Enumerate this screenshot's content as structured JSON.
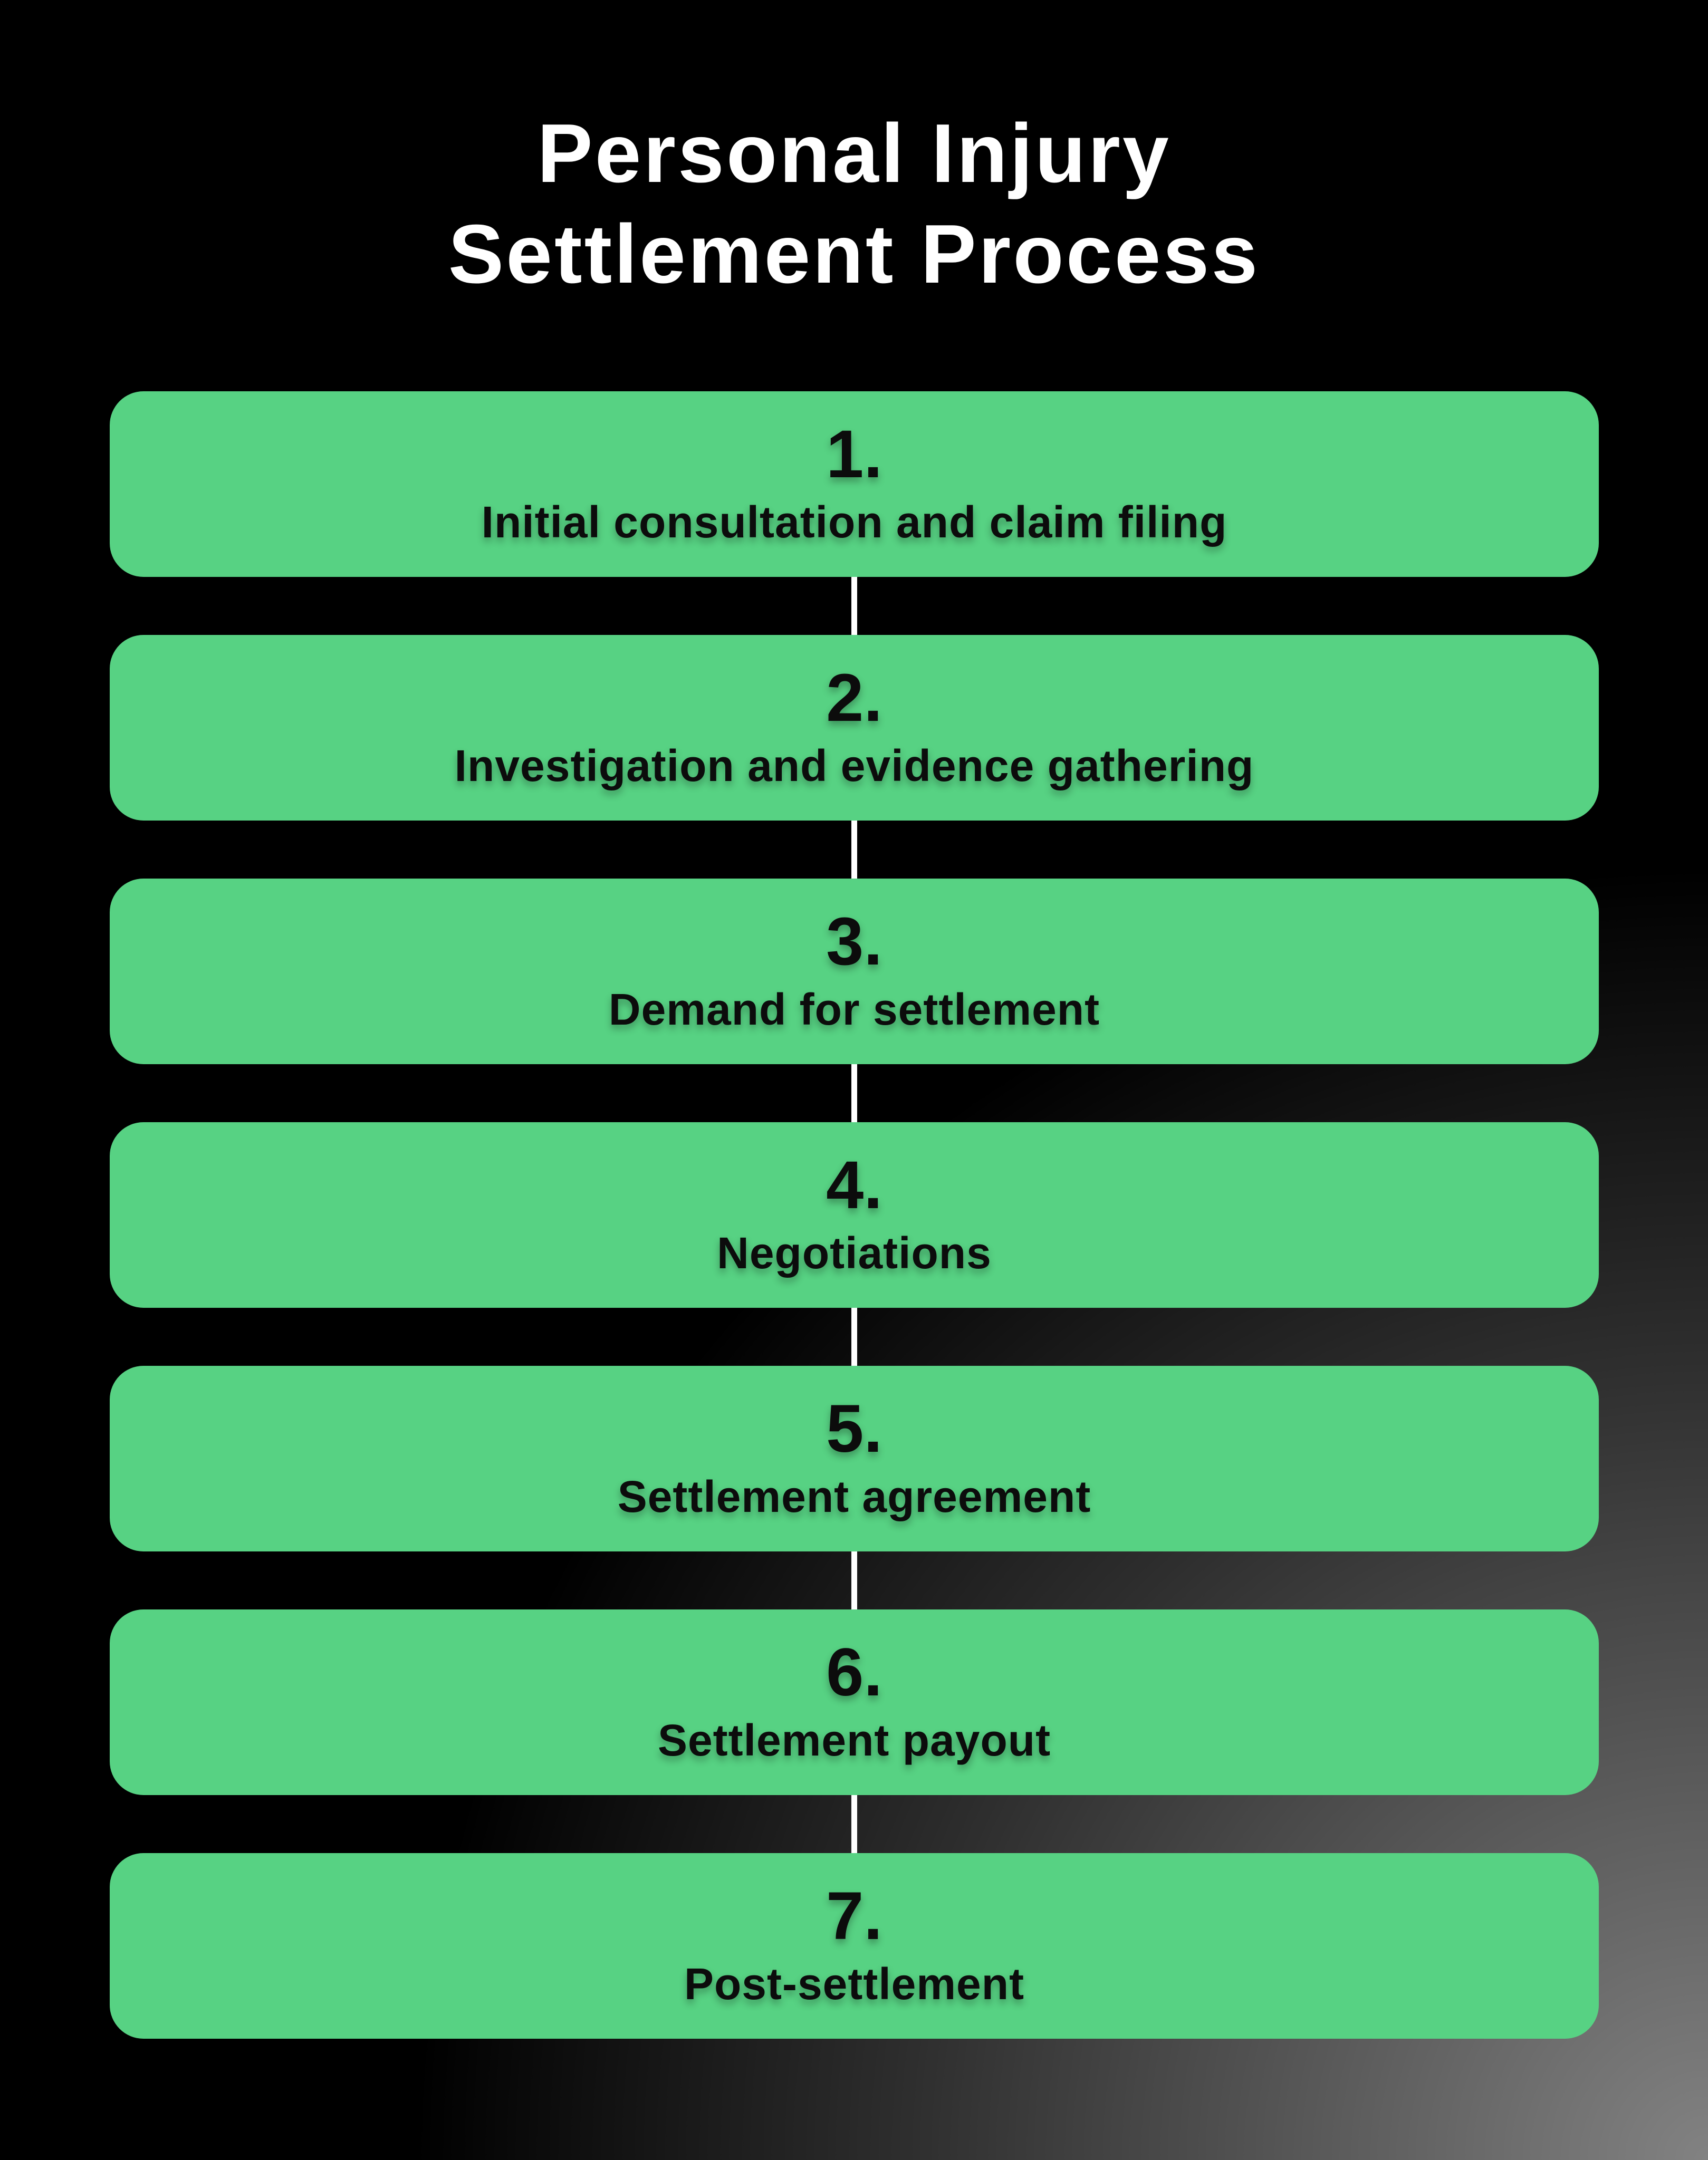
{
  "title": {
    "line1": "Personal Injury",
    "line2": "Settlement Process"
  },
  "steps": [
    {
      "number": "1.",
      "label": "Initial consultation and claim filing"
    },
    {
      "number": "2.",
      "label": "Investigation and evidence gathering"
    },
    {
      "number": "3.",
      "label": "Demand for settlement"
    },
    {
      "number": "4.",
      "label": "Negotiations"
    },
    {
      "number": "5.",
      "label": "Settlement agreement"
    },
    {
      "number": "6.",
      "label": "Settlement payout"
    },
    {
      "number": "7.",
      "label": "Post-settlement"
    }
  ],
  "colors": {
    "background": "#000000",
    "background_corner_glow": "#828282",
    "box_green": "#57d283",
    "box_text": "#0c0c0c",
    "title_text": "#ffffff",
    "connector": "#ffffff"
  }
}
